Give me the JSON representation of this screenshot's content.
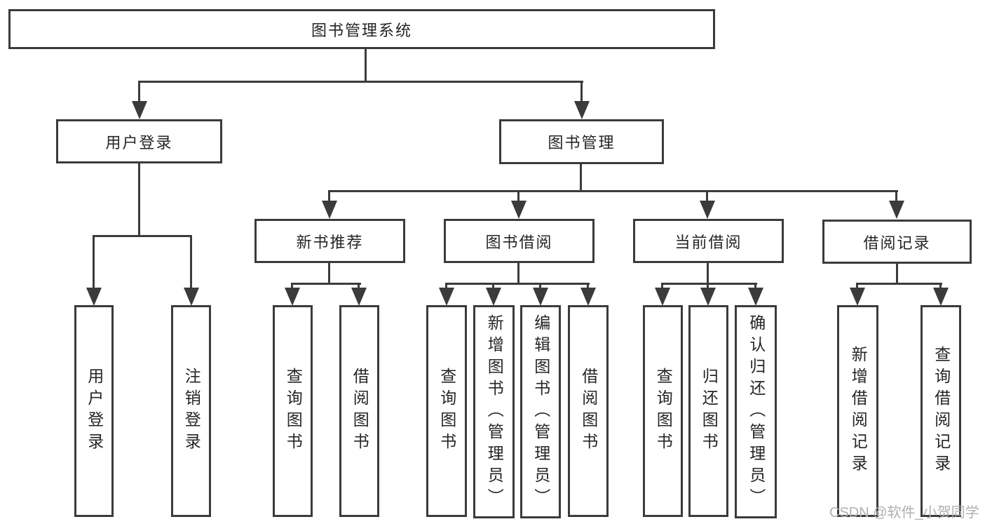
{
  "colors": {
    "line": "#3b3b3b",
    "text": "#252525",
    "watermark": "#b0b0b0",
    "background": "#ffffff"
  },
  "root": {
    "label": "图书管理系统"
  },
  "level2": {
    "user_login": {
      "label": "用户登录"
    },
    "book_mgmt": {
      "label": "图书管理"
    }
  },
  "level3": {
    "new_books": {
      "label": "新书推荐"
    },
    "book_borrow": {
      "label": "图书借阅"
    },
    "current_borrow": {
      "label": "当前借阅"
    },
    "borrow_records": {
      "label": "借阅记录"
    }
  },
  "leaves": {
    "user_login": [
      "用户登录",
      "注销登录"
    ],
    "new_books": [
      "查询图书",
      "借阅图书"
    ],
    "book_borrow": [
      "查询图书",
      "新增图书（管理员）",
      "编辑图书（管理员）",
      "借阅图书"
    ],
    "current_borrow": [
      "查询图书",
      "归还图书",
      "确认归还（管理员）"
    ],
    "borrow_records": [
      "新增借阅记录",
      "查询借阅记录"
    ]
  },
  "watermark": {
    "label": "CSDN @软件_小贺同学"
  }
}
